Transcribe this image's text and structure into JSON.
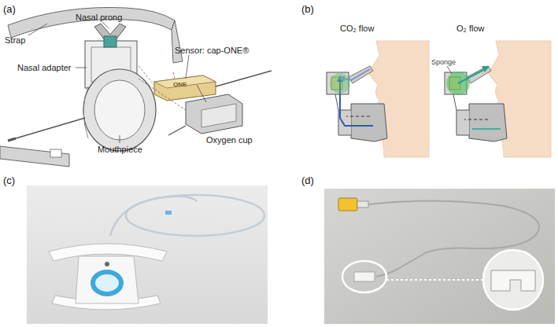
{
  "diagram": {
    "labels": [
      "(a)",
      "Strap",
      "Nasal prong",
      "Nasal adapter",
      "Sensor: cap-ONE®",
      "ONE",
      "Oxygen cup",
      "Mouthpiece",
      "(b)",
      "CO₂ flow",
      "O₂ flow",
      "Sponge",
      "(c)",
      "(d)"
    ]
  }
}
